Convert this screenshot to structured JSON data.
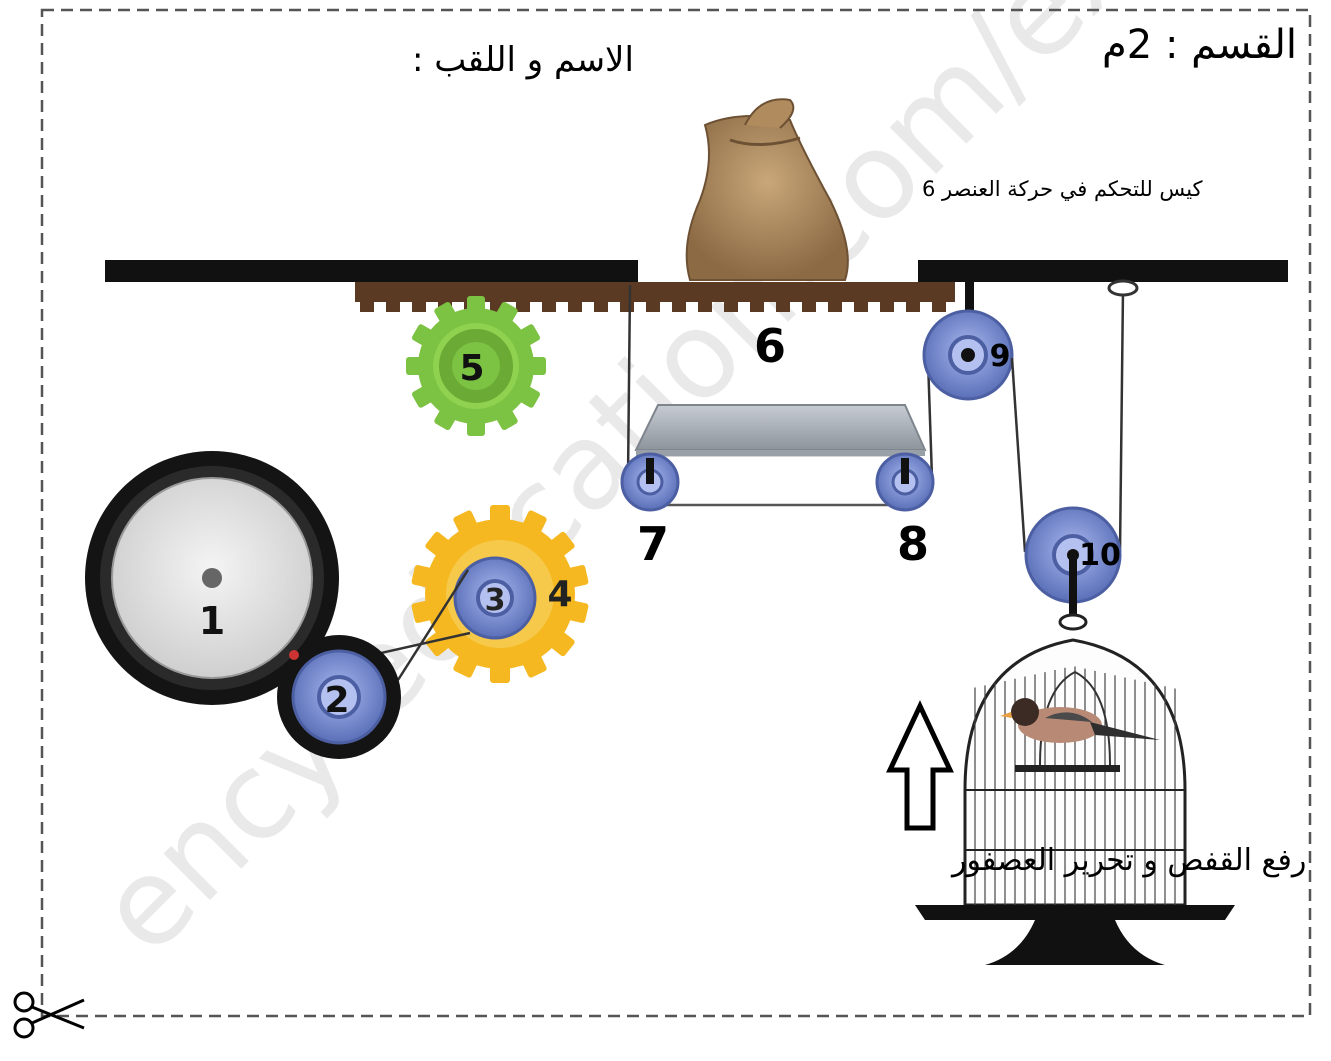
{
  "header": {
    "class_label": "القسم : 2م",
    "name_label": "الاسم و اللقب :"
  },
  "annotations": {
    "bag_label": "كيس للتحكم في حركة العنصر 6",
    "cage_label": "رفع القفص و تحرير العصفور"
  },
  "elements": {
    "e1": "1",
    "e2": "2",
    "e3": "3",
    "e4": "4",
    "e5": "5",
    "e6": "6",
    "e7": "7",
    "e8": "8",
    "e9": "9",
    "e10": "10"
  },
  "watermark": "ency-education.com/exa",
  "colors": {
    "beam": "#111111",
    "rack": "#5a3a22",
    "gear_green": "#7cc243",
    "gear_yellow": "#f5b820",
    "pulley_blue": "#7b8fd0",
    "wheel_black": "#141414",
    "watermark": "#e7e7e7"
  }
}
